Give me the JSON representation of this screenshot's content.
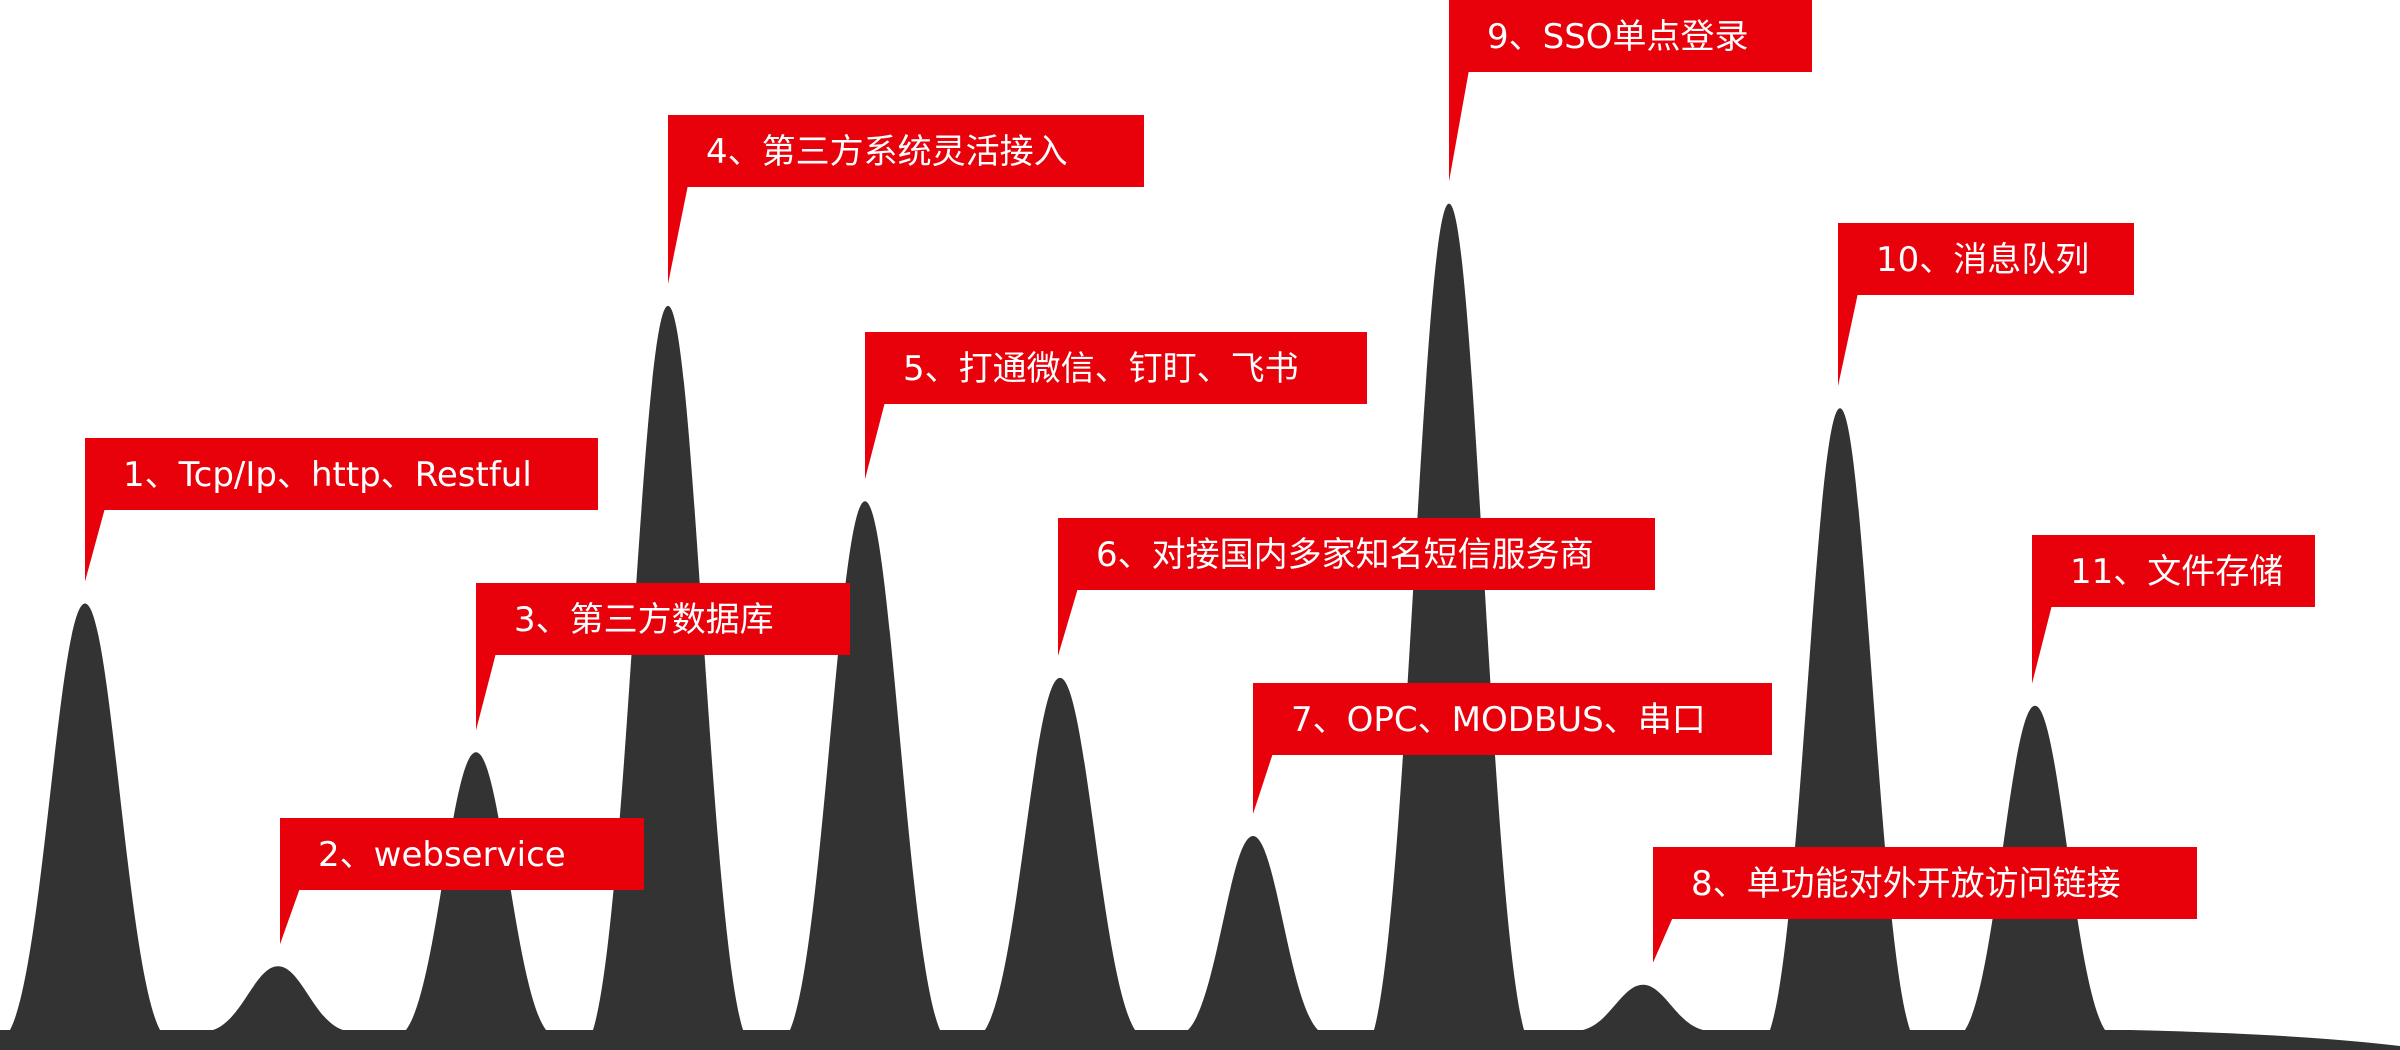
{
  "colors": {
    "peak_fill": "#333333",
    "callout_fill": "#e8000b",
    "callout_text": "#ffffff",
    "background": "#ffffff"
  },
  "items": [
    {
      "label": "1、Tcp/Ip、http、Restful",
      "relative_height": 0.45
    },
    {
      "label": "2、webservice",
      "relative_height": 0.06
    },
    {
      "label": "3、第三方数据库",
      "relative_height": 0.29
    },
    {
      "label": "4、第三方系统灵活接入",
      "relative_height": 0.77
    },
    {
      "label": "5、打通微信、钉盯、飞书",
      "relative_height": 0.56
    },
    {
      "label": "6、对接国内多家知名短信服务商",
      "relative_height": 0.37
    },
    {
      "label": "7、OPC、MODBUS、串口",
      "relative_height": 0.2
    },
    {
      "label": "8、单功能对外开放访问链接",
      "relative_height": 0.04
    },
    {
      "label": "9、SSO单点登录",
      "relative_height": 0.88
    },
    {
      "label": "10、消息队列",
      "relative_height": 0.66
    },
    {
      "label": "11、文件存储",
      "relative_height": 0.34
    }
  ]
}
